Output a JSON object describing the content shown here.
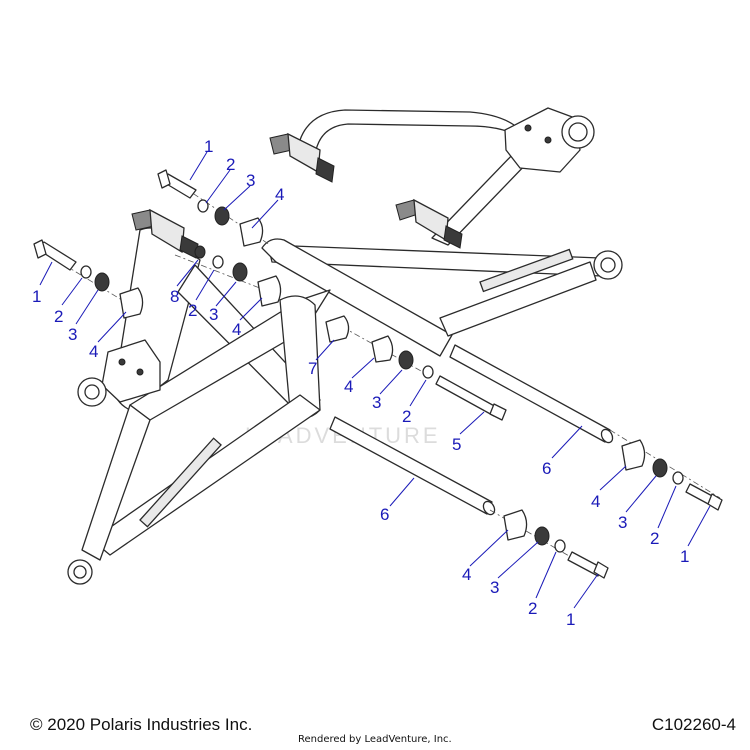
{
  "figure": {
    "callouts": [
      "1",
      "2",
      "3",
      "4",
      "1",
      "2",
      "3",
      "4",
      "8",
      "2",
      "3",
      "4",
      "7",
      "4",
      "3",
      "2",
      "5",
      "6",
      "6",
      "4",
      "3",
      "2",
      "1",
      "4",
      "3",
      "2",
      "1"
    ],
    "watermark": "LEADVENTURE"
  },
  "footer": {
    "copyright": "© 2020 Polaris Industries Inc.",
    "rendered_by": "Rendered by LeadVenture, Inc.",
    "diagram_code": "C102260-4"
  }
}
